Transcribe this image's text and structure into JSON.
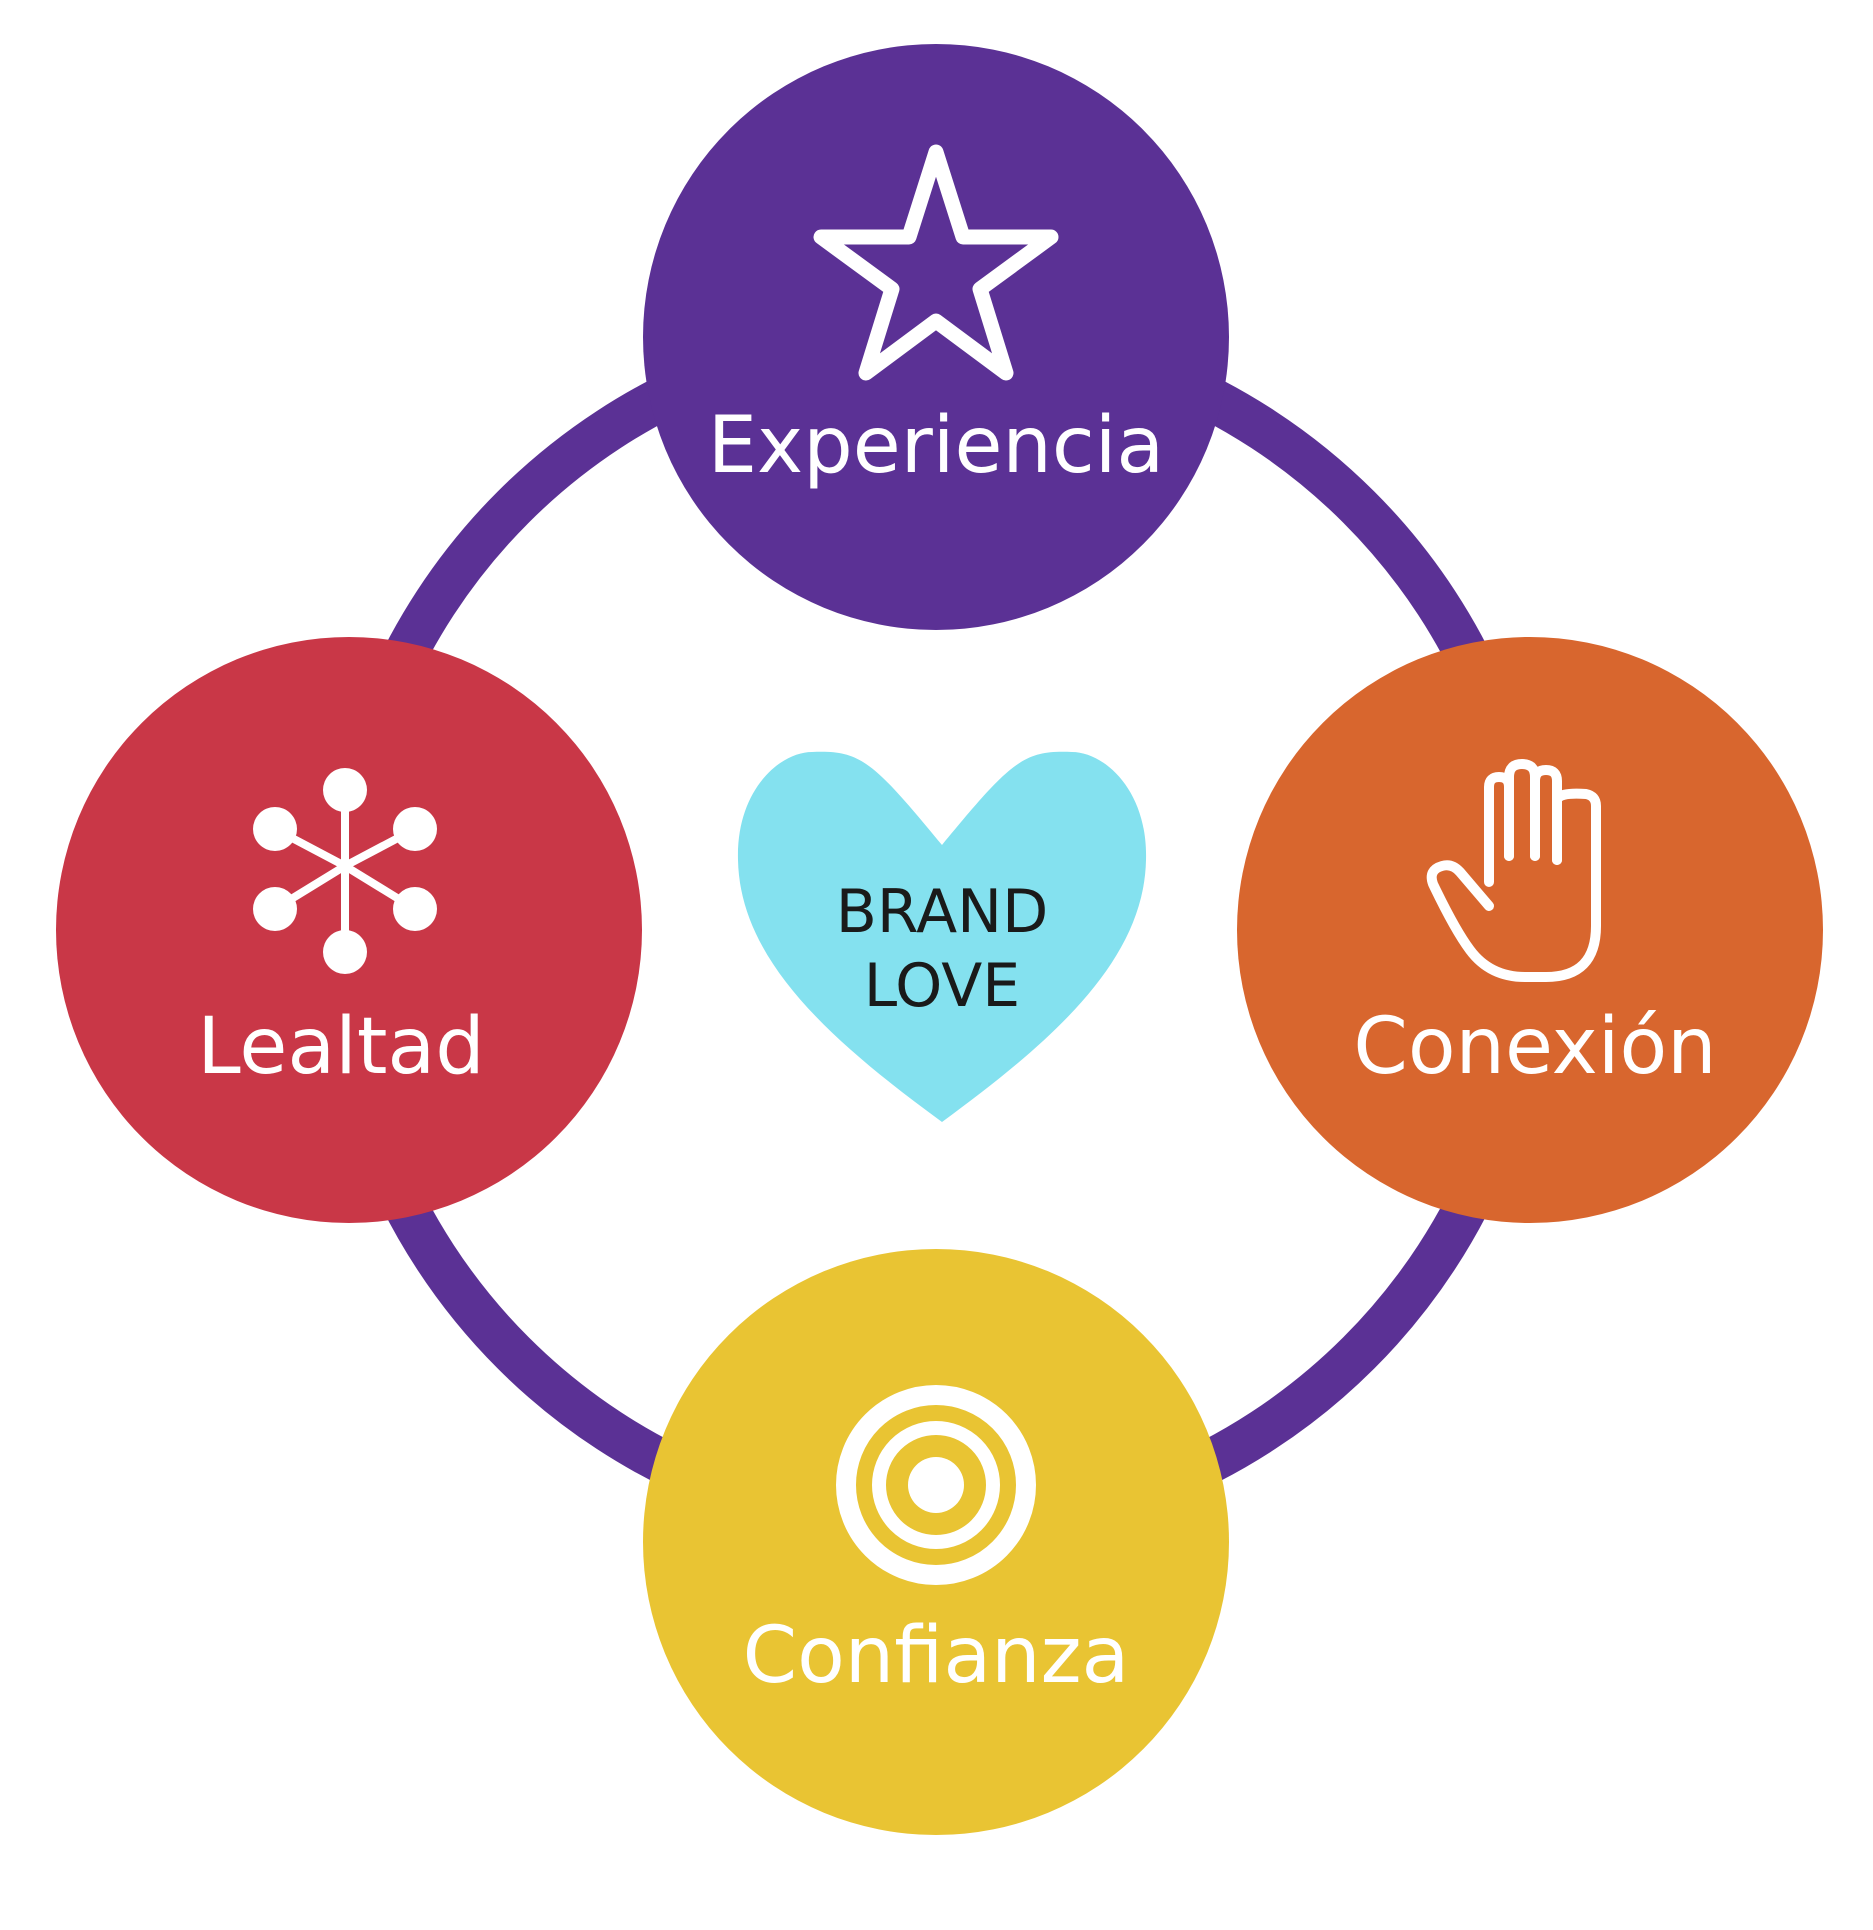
{
  "colors": {
    "ring": "#5b3195",
    "experiencia": "#5b3195",
    "conexion": "#d8662e",
    "confianza": "#e9c433",
    "lealtad": "#c93747",
    "heart": "#84e1ef",
    "icon": "#ffffff"
  },
  "nodes": {
    "top": {
      "label": "Experiencia",
      "icon": "star-icon"
    },
    "right": {
      "label": "Conexión",
      "icon": "hand-icon"
    },
    "bottom": {
      "label": "Confianza",
      "icon": "target-icon"
    },
    "left": {
      "label": "Lealtad",
      "icon": "network-icon"
    }
  },
  "center": {
    "line1": "BRAND",
    "line2": "LOVE",
    "icon": "heart-icon"
  }
}
